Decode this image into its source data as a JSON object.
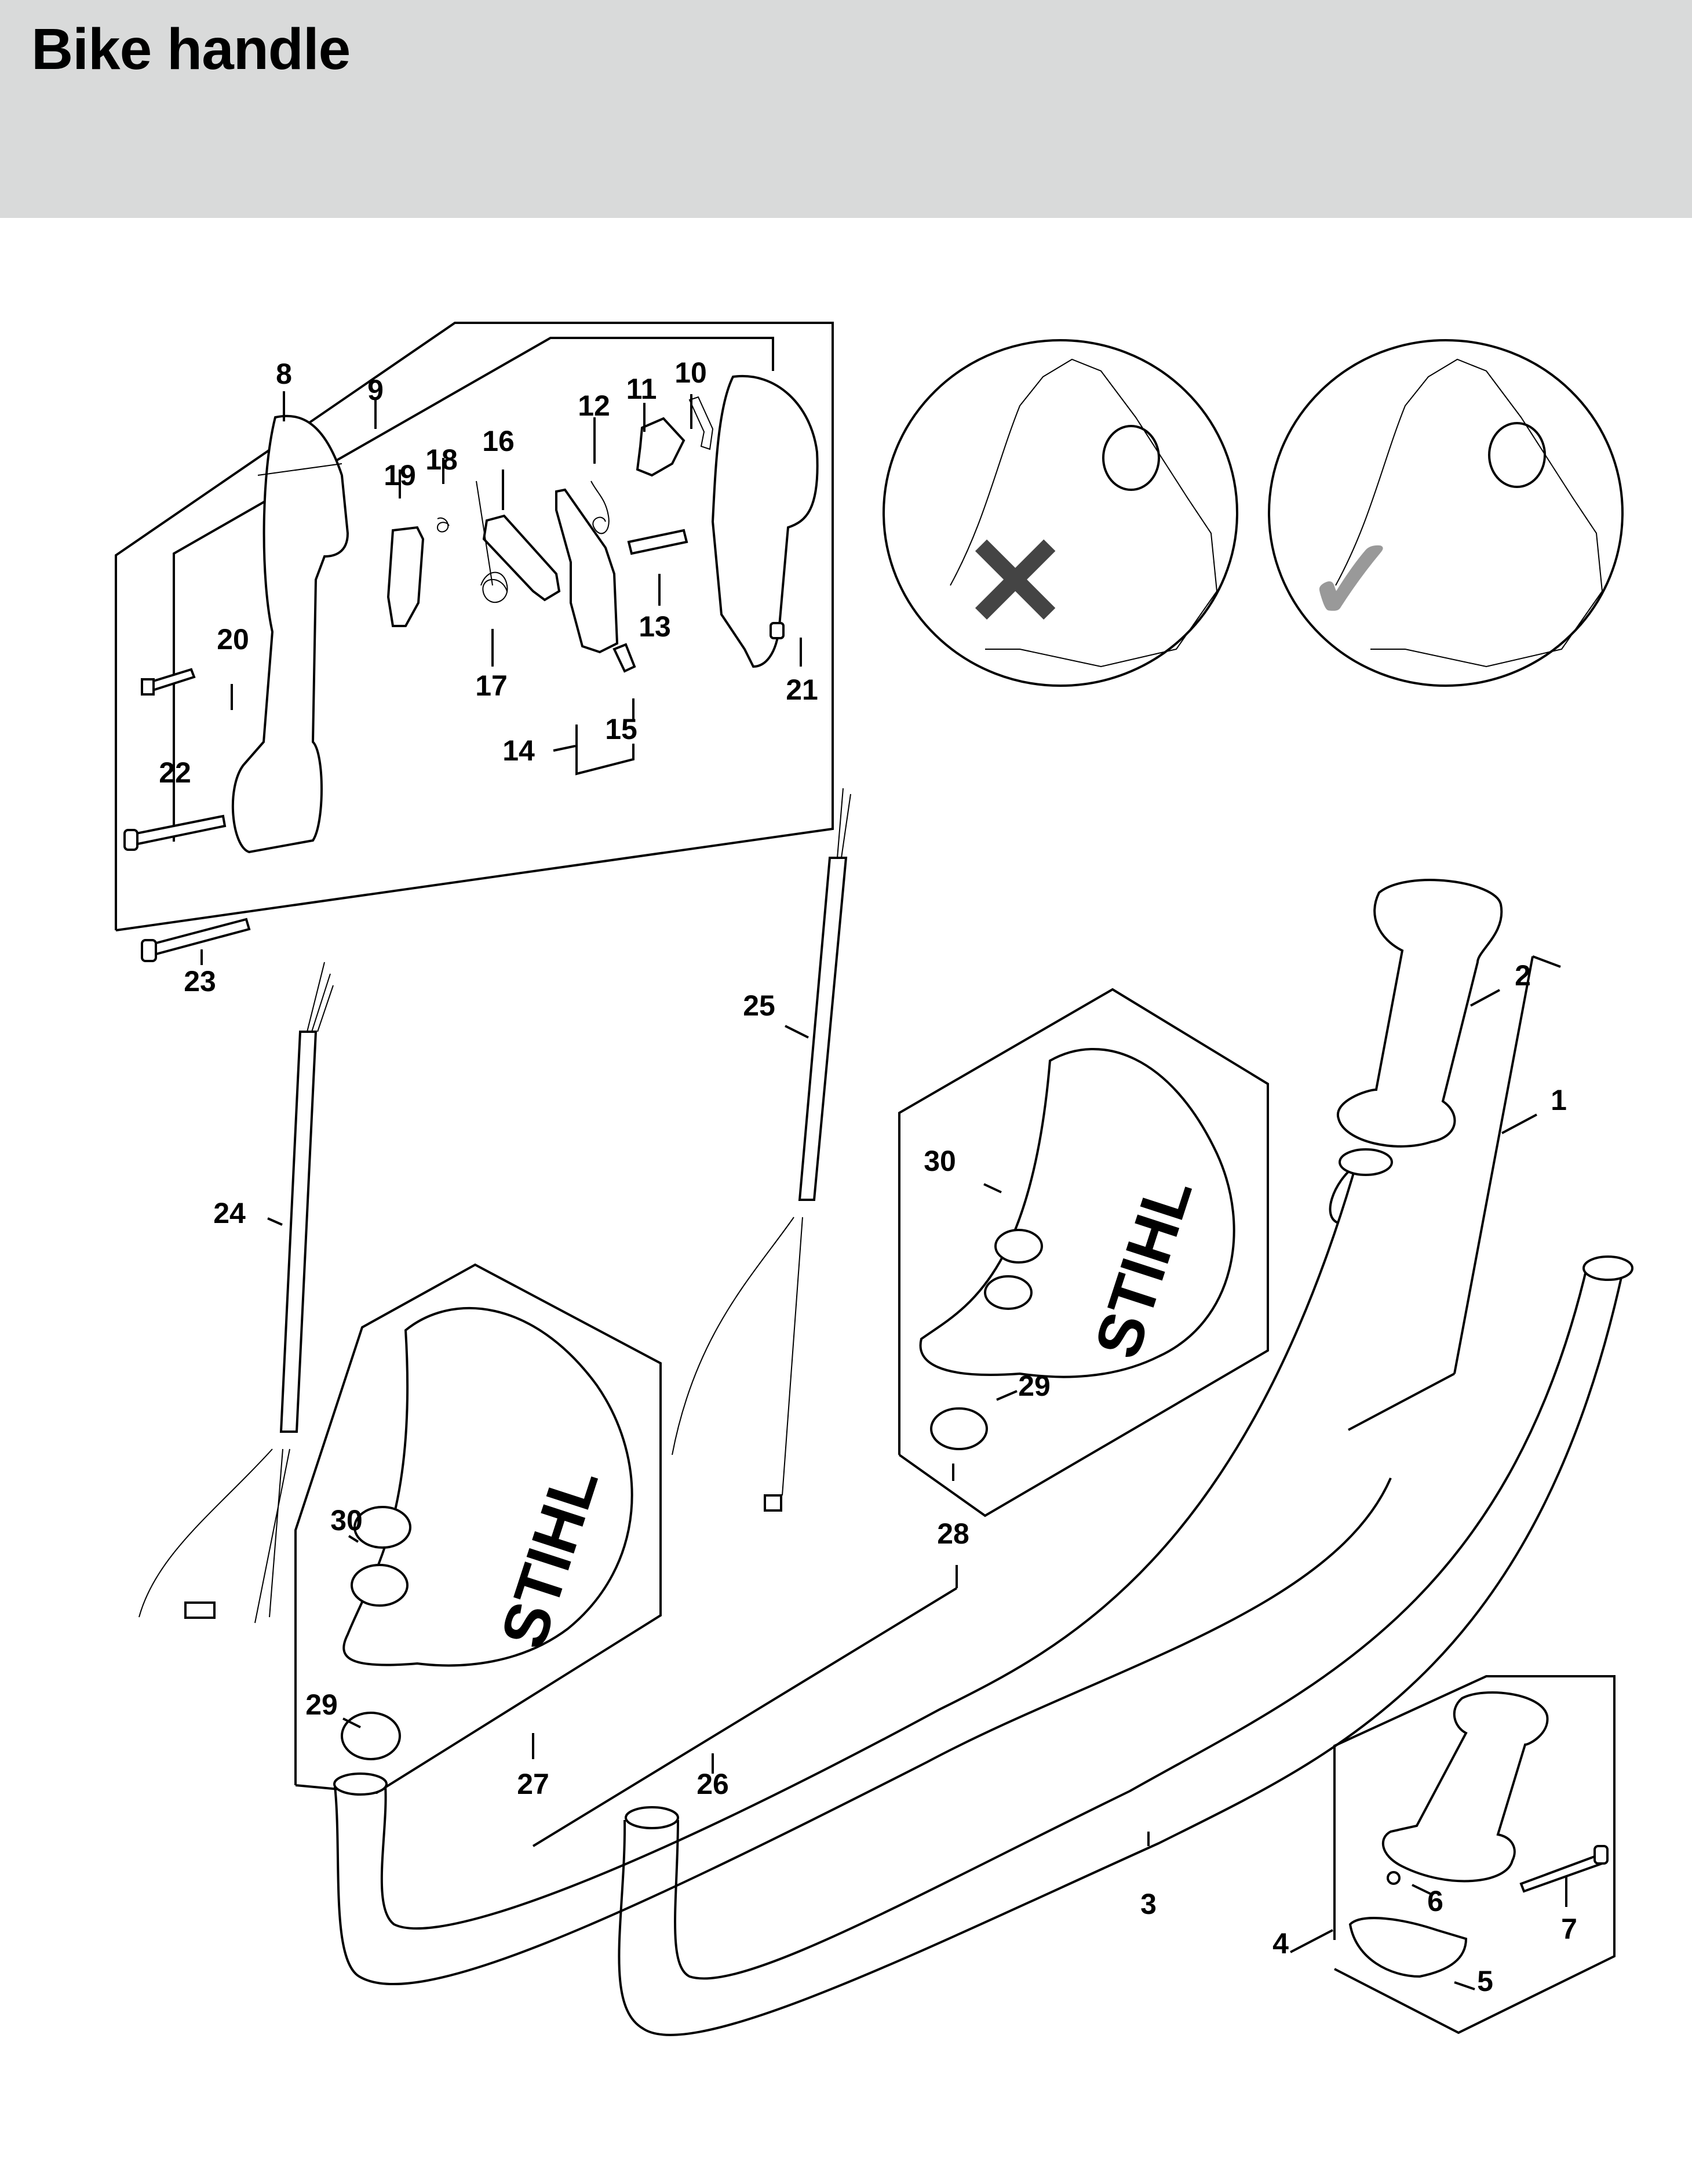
{
  "header": {
    "title": "Bike handle"
  },
  "diagram": {
    "brand_mark": "STIHL",
    "callouts": {
      "p1": "1",
      "p2": "2",
      "p3": "3",
      "p4": "4",
      "p5": "5",
      "p6": "6",
      "p7": "7",
      "p8": "8",
      "p9": "9",
      "p10": "10",
      "p11": "11",
      "p12": "12",
      "p13": "13",
      "p14": "14",
      "p15": "15",
      "p16": "16",
      "p17": "17",
      "p18": "18",
      "p19": "19",
      "p20": "20",
      "p21": "21",
      "p22": "22",
      "p23": "23",
      "p24": "24",
      "p25": "25",
      "p26": "26",
      "p27": "27",
      "p28": "28",
      "p29a": "29",
      "p29b": "29",
      "p30a": "30",
      "p30b": "30"
    },
    "insets": {
      "incorrect": {
        "icon": "x-mark-icon",
        "color": "#444444"
      },
      "correct": {
        "icon": "check-mark-icon",
        "color": "#999999"
      }
    }
  }
}
